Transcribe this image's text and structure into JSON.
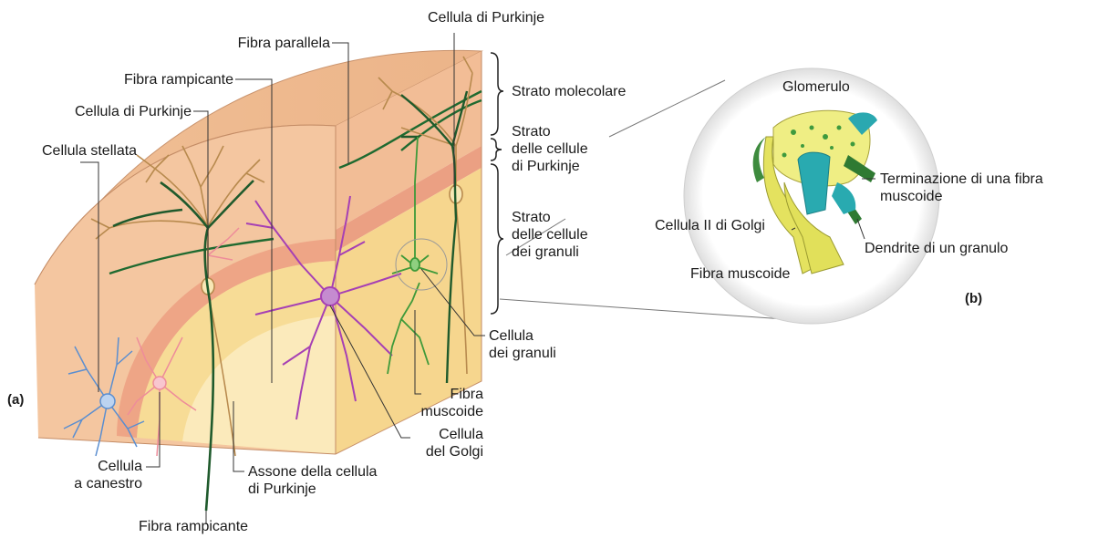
{
  "panel_a": {
    "tag": "(a)",
    "labels": {
      "purkinje_top": "Cellula di Purkinje",
      "fibra_parallela": "Fibra parallela",
      "fibra_rampicante_top": "Fibra rampicante",
      "purkinje_left": "Cellula di Purkinje",
      "cellula_stellata": "Cellula stellata",
      "strato_molecolare": "Strato molecolare",
      "strato_purkinje": [
        "Strato",
        "delle cellule",
        "di Purkinje"
      ],
      "strato_granuli": [
        "Strato",
        "delle cellule",
        "dei granuli"
      ],
      "cellula_granuli": [
        "Cellula",
        "dei granuli"
      ],
      "fibra_muscoide": [
        "Fibra",
        "muscoide"
      ],
      "cellula_golgi": [
        "Cellula",
        "del Golgi"
      ],
      "cellula_canestro": [
        "Cellula",
        "a canestro"
      ],
      "assone_purkinje": [
        "Assone della cellula",
        "di Purkinje"
      ],
      "fibra_rampicante_bottom": "Fibra rampicante"
    }
  },
  "panel_b": {
    "tag": "(b)",
    "labels": {
      "glomerulo": "Glomerulo",
      "terminazione": [
        "Terminazione di una fibra",
        "muscoide"
      ],
      "cellula_golgi_ii": "Cellula II di Golgi",
      "dendrite_granulo": "Dendrite di un granulo",
      "fibra_muscoide": "Fibra muscoide"
    }
  },
  "colors": {
    "molecular_layer": "#f2c09a",
    "purkinje_layer": "#eda284",
    "granular_layer": "#f7dc96",
    "white_matter": "#fbe9b6",
    "purkinje_cell": "#b88a4e",
    "climbing_fiber": "#1f5a2c",
    "golgi_cell": "#a640b4",
    "stellate_cell": "#5588cc",
    "basket_cell": "#ee8c9a",
    "granule_cell": "#3f9a3a",
    "glomerulus_yellow": "#e9ea6a",
    "mossy_terminal": "#2bb0b5"
  }
}
